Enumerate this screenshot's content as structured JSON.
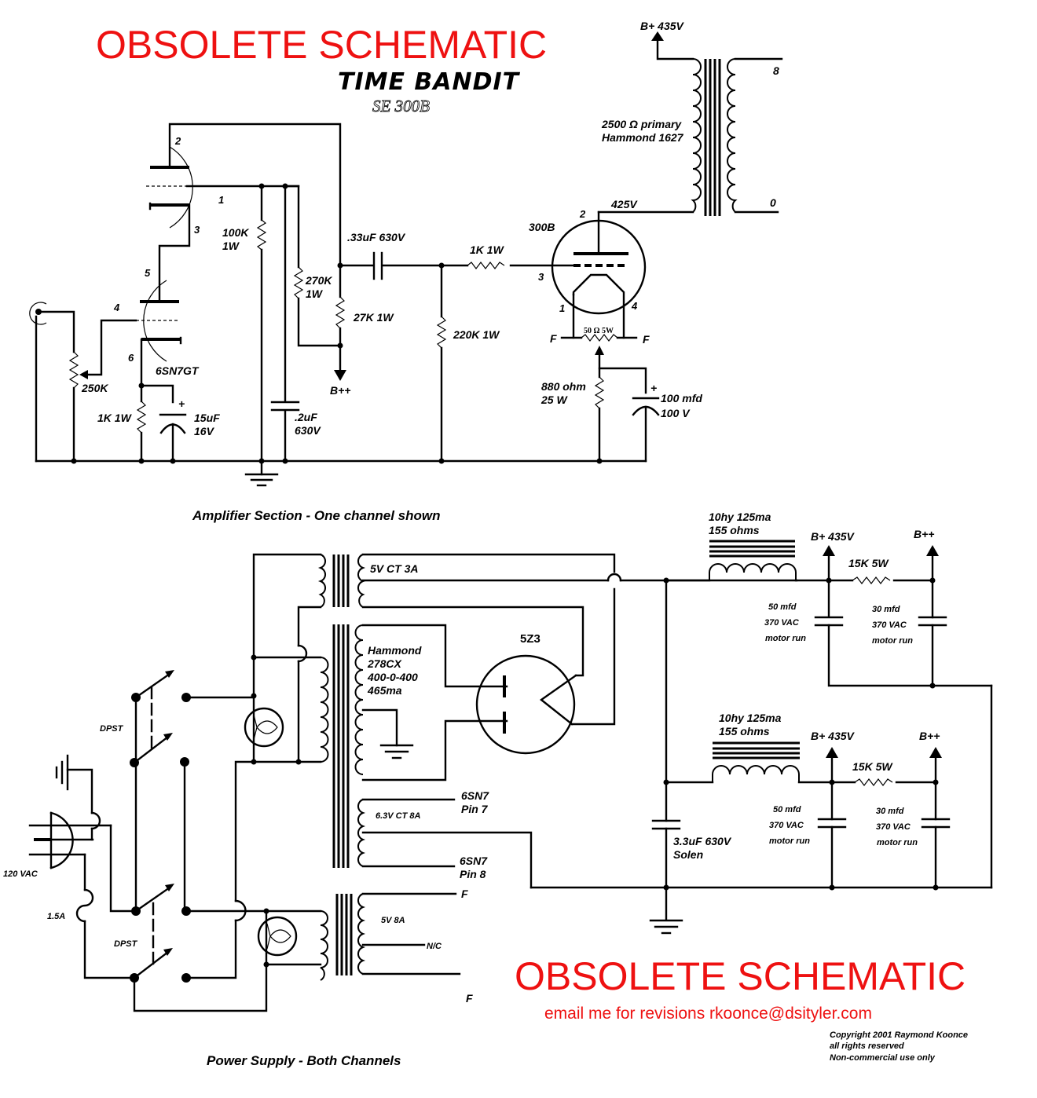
{
  "header": {
    "warning": "OBSOLETE SCHEMATIC",
    "brand": "TIME BANDIT",
    "model": "SE 300B"
  },
  "amplifier": {
    "section_title": "Amplifier Section - One channel shown",
    "input_tube": {
      "name": "6SN7GT",
      "pins": [
        "1",
        "2",
        "3",
        "4",
        "5",
        "6"
      ]
    },
    "output_tube": {
      "name": "300B",
      "pins": [
        "1",
        "2",
        "3",
        "4"
      ]
    },
    "output_transformer": {
      "label_line1": "2500 Ω primary",
      "label_line2": "Hammond 1627",
      "supply": "B+ 435V",
      "plate_voltage": "425V",
      "tap_high": "8",
      "tap_low": "0"
    },
    "components": {
      "r_100k": [
        "100K",
        "1W"
      ],
      "r_270k": [
        "270K",
        "1W"
      ],
      "r_27k": "27K 1W",
      "b_plus_plus": "B++",
      "c_coupling": ".33uF 630V",
      "r_grid_stopper": "1K 1W",
      "r_220k": "220K 1W",
      "pot_volume": "250K",
      "r_cathode": "1K 1W",
      "c_cathode": [
        "15uF",
        "16V"
      ],
      "c_bypass": [
        ".2uF",
        "630V"
      ],
      "hum_pot": "50 Ω 5W",
      "filament_left": "F",
      "filament_right": "F",
      "r_bias": [
        "880 ohm",
        "25 W"
      ],
      "c_bias": [
        "100 mfd",
        "100 V"
      ],
      "cap_plus": "+"
    }
  },
  "power_supply": {
    "section_title": "Power Supply - Both Channels",
    "rectifier": "5Z3",
    "power_transformer": [
      "Hammond",
      "278CX",
      "400-0-400",
      "465ma"
    ],
    "winding_5v_rect": "5V CT 3A",
    "winding_heater": "6.3V CT 8A",
    "heater_pin7": [
      "6SN7",
      "Pin 7"
    ],
    "heater_pin8": [
      "6SN7",
      "Pin 8"
    ],
    "winding_filament": "5V 8A",
    "filament_f_top": "F",
    "filament_nc": "N/C",
    "filament_f_bottom": "F",
    "switch_label": "DPST",
    "mains": "120 VAC",
    "fuse": "1.5A",
    "reservoir_cap": [
      "3.3uF 630V",
      "Solen"
    ],
    "channels": [
      {
        "choke": [
          "10hy 125ma",
          "155 ohms"
        ],
        "b_plus": "B+ 435V",
        "b_plus_plus": "B++",
        "resistor": "15K 5W",
        "cap1": [
          "50 mfd",
          "370 VAC",
          "motor run"
        ],
        "cap2": [
          "30 mfd",
          "370 VAC",
          "motor run"
        ]
      },
      {
        "choke": [
          "10hy 125ma",
          "155 ohms"
        ],
        "b_plus": "B+ 435V",
        "b_plus_plus": "B++",
        "resistor": "15K 5W",
        "cap1": [
          "50 mfd",
          "370 VAC",
          "motor run"
        ],
        "cap2": [
          "30 mfd",
          "370 VAC",
          "motor run"
        ]
      }
    ]
  },
  "footer": {
    "warning": "OBSOLETE SCHEMATIC",
    "contact": "email me for revisions rkoonce@dsityler.com",
    "copyright": [
      "Copyright 2001 Raymond Koonce",
      "all rights reserved",
      "Non-commercial use only"
    ]
  }
}
